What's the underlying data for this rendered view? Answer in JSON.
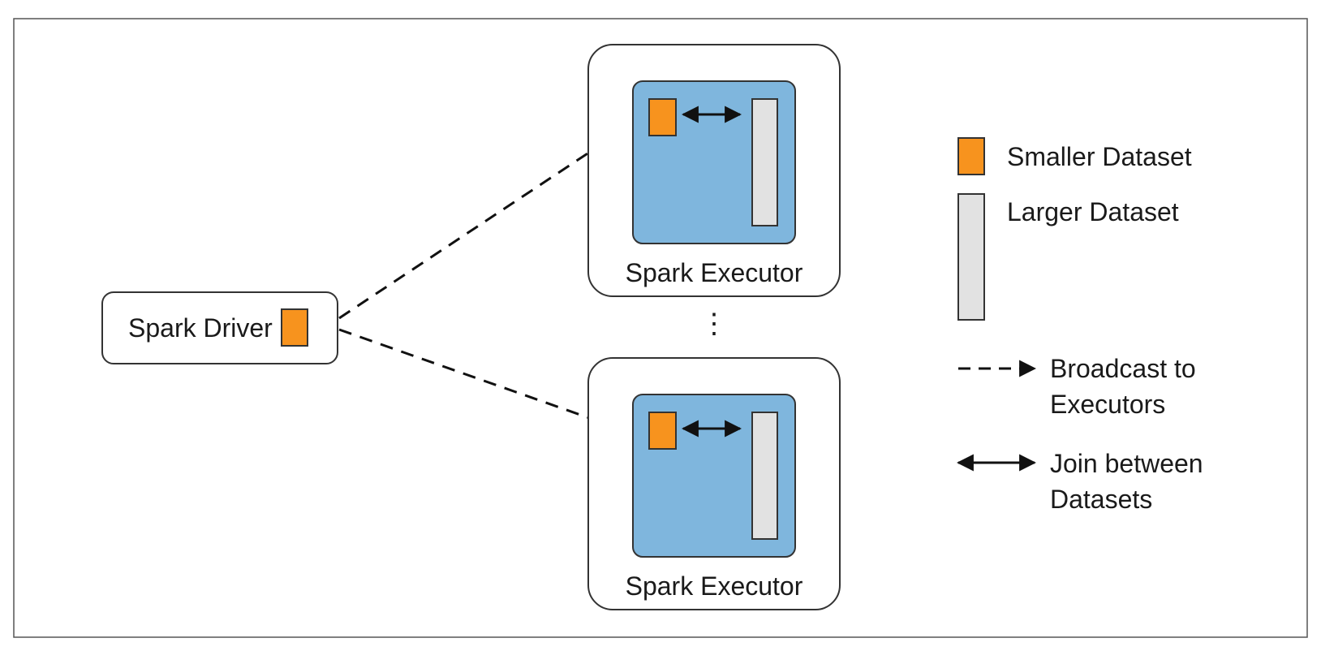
{
  "diagram": {
    "driver": {
      "label": "Spark Driver"
    },
    "executors": [
      {
        "label": "Spark Executor"
      },
      {
        "label": "Spark Executor"
      }
    ],
    "ellipsis": "⋮",
    "legend": {
      "smaller_dataset": "Smaller Dataset",
      "larger_dataset": "Larger Dataset",
      "broadcast_line1": "Broadcast to",
      "broadcast_line2": "Executors",
      "join_line1": "Join between",
      "join_line2": "Datasets"
    }
  },
  "colors": {
    "smaller_dataset": "#f7931e",
    "larger_dataset": "#e2e2e2",
    "executor_inner": "#7fb6dd",
    "border": "#333333"
  }
}
